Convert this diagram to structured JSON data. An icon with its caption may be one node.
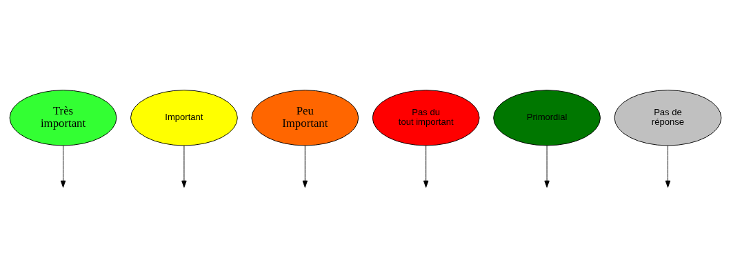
{
  "diagram": {
    "nodes": [
      {
        "text": [
          "Très important"
        ]
      },
      {
        "text": [
          "Important"
        ]
      },
      {
        "text": [
          "Peu Important"
        ]
      },
      {
        "text": [
          "Pas du tout important"
        ]
      },
      {
        "text": [
          "Primordial"
        ]
      },
      {
        "text": [
          "Pas de réponse"
        ]
      }
    ],
    "edges": [
      {
        "from": 4,
        "to": null,
        "arrow": "to"
      },
      {
        "from": 0,
        "to": null,
        "arrow": "to"
      },
      {
        "from": 1,
        "to": null,
        "arrow": "to"
      },
      {
        "from": 2,
        "to": null,
        "arrow": "to"
      },
      {
        "from": 3,
        "to": null,
        "arrow": "to"
      },
      {
        "from": 5,
        "to": null,
        "arrow": "to"
      }
    ]
  }
}
